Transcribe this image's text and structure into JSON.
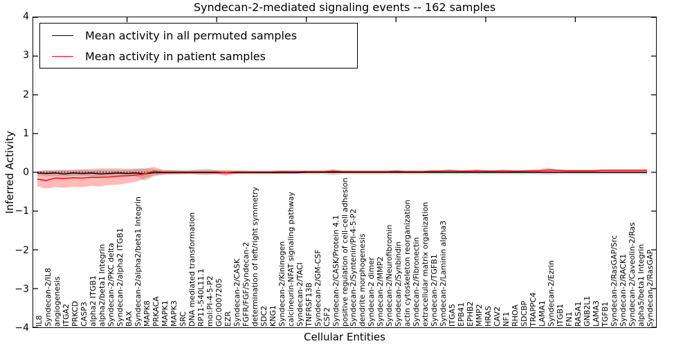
{
  "chart_data": {
    "type": "line",
    "title": "Syndecan-2-mediated signaling events -- 162 samples",
    "xlabel": "Cellular Entities",
    "ylabel": "Inferred Activity",
    "ylim": [
      -4,
      4
    ],
    "yticks": [
      4,
      3,
      2,
      1,
      0,
      -1,
      -2,
      -3,
      -4
    ],
    "x_major_ticks": [
      10,
      20,
      30,
      40,
      50,
      60
    ],
    "grid": false,
    "legend_position": "upper left",
    "baseline": 0,
    "baseline_style": "dotted-black",
    "colors": {
      "permuted": "#000000",
      "patient": "#ff0000",
      "permuted_band": "rgba(0,0,0,0.16)",
      "patient_band": "rgba(255,0,0,0.27)"
    },
    "categories": [
      "IL8",
      "Syndecan-2/IL8",
      "angiogenesis",
      "ITGA2",
      "PRKCD",
      "CASP3",
      "alpha2 ITGB1",
      "alpha2/beta1 Integrin",
      "Syndecan-2/PKC delta",
      "Syndecan-2/alpha2 ITGB1",
      "BAX",
      "Syndecan-2/alpha2/beta1 Integrin",
      "MAPK8",
      "PRKACA",
      "MAPK1",
      "MAPK3",
      "SRC",
      "DNA mediated transformation",
      "RP11-540L11.1",
      "mol:PI-4-5-P2",
      "GO:0007205",
      "EZR",
      "Syndecan-2/CASK",
      "FGFR/FGF/Syndecan-2",
      "determination of left/right symmetry",
      "SDC2",
      "KNG1",
      "Syndecan-2/Kininogen",
      "calcineurin-NFAT signaling pathway",
      "Syndecan-2/TACI",
      "TNFRSF13B",
      "Syndecan-2/GM-CSF",
      "CSF2",
      "Syndecan-2/CASK/Protein 4.1",
      "positive regulation of cell-cell adhesion",
      "Syndecan-2/Syntenin/PI-4-5-P2",
      "dendrite morphogenesis",
      "Syndecan-2 dimer",
      "Syndecan-2/MMP2",
      "Syndecan-2/Neurofibromin",
      "Syndecan-2/Synbindin",
      "actin cytoskeleton reorganization",
      "Syndecan-2/Fibronectin",
      "extracellular matrix organization",
      "Syndecan-2/TGFB1",
      "Syndecan-2/Laminin alpha3",
      "ITGA5",
      "EPB41",
      "EPHB2",
      "MMP2",
      "HRAS",
      "CAV2",
      "NF1",
      "RHOA",
      "SDCBP",
      "TRAPPC4",
      "LAMA1",
      "Syndecan-2/Ezrin",
      "ITGB1",
      "FN1",
      "RASA1",
      "GNB2L1",
      "LAMA3",
      "TGFB1",
      "Syndecan-2/RasGAP/Src",
      "Syndecan-2/RACK1",
      "Syndecan-2/Caveolin-2/Ras",
      "alpha5/beta1 Integrin",
      "Syndecan-2/RasGAP"
    ],
    "series": [
      {
        "name": "Mean activity in all permuted samples",
        "color": "#000000",
        "values": [
          -0.02,
          -0.03,
          -0.02,
          -0.04,
          -0.02,
          -0.03,
          -0.02,
          -0.04,
          -0.03,
          -0.02,
          -0.03,
          -0.02,
          -0.04,
          -0.01,
          -0.01,
          -0.01,
          -0.01,
          -0.01,
          -0.01,
          -0.01,
          -0.01,
          -0.01,
          -0.01,
          -0.01,
          -0.01,
          -0.01,
          -0.01,
          -0.01,
          -0.01,
          -0.01,
          0,
          0,
          0,
          0,
          0,
          0,
          0,
          0,
          0,
          0,
          0,
          0,
          0,
          0,
          0,
          0,
          0,
          0,
          0,
          0,
          0,
          0,
          0,
          0,
          0,
          0,
          0,
          0,
          0,
          0,
          0,
          0,
          0,
          0,
          0,
          0,
          0,
          0,
          0
        ]
      },
      {
        "name": "Mean activity in patient samples",
        "color": "#ff0000",
        "values": [
          -0.18,
          -0.21,
          -0.15,
          -0.16,
          -0.14,
          -0.15,
          -0.13,
          -0.13,
          -0.12,
          -0.1,
          -0.09,
          -0.07,
          -0.04,
          0.03,
          0.01,
          0.01,
          0.01,
          0.01,
          0.01,
          0.01,
          0.01,
          -0.01,
          0.01,
          0.01,
          0.01,
          0.01,
          0.01,
          0.02,
          0.02,
          0.02,
          0.02,
          0.02,
          0.02,
          0.03,
          0.02,
          0.02,
          0.02,
          0.02,
          0.02,
          0.02,
          0.03,
          0.02,
          0.02,
          0.02,
          0.03,
          0.03,
          0.04,
          0.03,
          0.03,
          0.04,
          0.03,
          0.03,
          0.04,
          0.03,
          0.03,
          0.04,
          0.04,
          0.06,
          0.05,
          0.04,
          0.04,
          0.04,
          0.04,
          0.05,
          0.05,
          0.05,
          0.05,
          0.05,
          0.05
        ]
      }
    ],
    "bands": [
      {
        "name": "permuted samples activity range",
        "color": "rgba(0,0,0,0.16)",
        "upper": [
          0.04,
          0.05,
          0.05,
          0.06,
          0.05,
          0.06,
          0.05,
          0.06,
          0.06,
          0.06,
          0.06,
          0.08,
          0.12,
          0.08,
          0.06,
          0.05,
          0.05,
          0.05,
          0.08,
          0.09,
          0.06,
          0.05,
          0.04,
          0.04,
          0.04,
          0.04,
          0.04,
          0.04,
          0.04,
          0.04,
          0.04,
          0.04,
          0.04,
          0.06,
          0.05,
          0.04,
          0.04,
          0.04,
          0.04,
          0.04,
          0.04,
          0.04,
          0.04,
          0.04,
          0.04,
          0.04,
          0.04,
          0.04,
          0.04,
          0.04,
          0.04,
          0.04,
          0.04,
          0.04,
          0.04,
          0.04,
          0.04,
          0.05,
          0.05,
          0.04,
          0.04,
          0.04,
          0.04,
          0.04,
          0.04,
          0.04,
          0.04,
          0.04,
          0.05
        ],
        "lower": [
          -0.08,
          -0.1,
          -0.09,
          -0.11,
          -0.09,
          -0.09,
          -0.1,
          -0.11,
          -0.09,
          -0.08,
          -0.09,
          -0.11,
          -0.22,
          -0.11,
          -0.07,
          -0.06,
          -0.06,
          -0.05,
          -0.07,
          -0.07,
          -0.06,
          -0.05,
          -0.05,
          -0.05,
          -0.05,
          -0.05,
          -0.05,
          -0.05,
          -0.05,
          -0.05,
          -0.05,
          -0.05,
          -0.05,
          -0.07,
          -0.05,
          -0.05,
          -0.05,
          -0.05,
          -0.05,
          -0.05,
          -0.05,
          -0.05,
          -0.05,
          -0.05,
          -0.05,
          -0.05,
          -0.05,
          -0.05,
          -0.05,
          -0.05,
          -0.05,
          -0.05,
          -0.05,
          -0.05,
          -0.05,
          -0.05,
          -0.05,
          -0.06,
          -0.05,
          -0.05,
          -0.05,
          -0.05,
          -0.05,
          -0.05,
          -0.05,
          -0.05,
          -0.05,
          -0.05,
          -0.06
        ]
      },
      {
        "name": "patient samples activity range",
        "color": "rgba(255,0,0,0.27)",
        "upper": [
          0.03,
          0.05,
          0.06,
          0.06,
          0.07,
          0.08,
          0.09,
          0.1,
          0.1,
          0.1,
          0.09,
          0.1,
          0.08,
          0.14,
          0.06,
          0.06,
          0.05,
          0.05,
          0.05,
          0.05,
          0.05,
          0.06,
          0.05,
          0.05,
          0.04,
          0.04,
          0.04,
          0.05,
          0.05,
          0.05,
          0.05,
          0.05,
          0.05,
          0.08,
          0.05,
          0.05,
          0.05,
          0.05,
          0.05,
          0.05,
          0.06,
          0.05,
          0.05,
          0.05,
          0.06,
          0.06,
          0.08,
          0.06,
          0.06,
          0.08,
          0.06,
          0.06,
          0.07,
          0.06,
          0.06,
          0.07,
          0.08,
          0.12,
          0.08,
          0.07,
          0.07,
          0.07,
          0.07,
          0.08,
          0.08,
          0.08,
          0.08,
          0.08,
          0.09
        ],
        "lower": [
          -0.36,
          -0.42,
          -0.38,
          -0.4,
          -0.37,
          -0.38,
          -0.35,
          -0.36,
          -0.33,
          -0.32,
          -0.28,
          -0.24,
          -0.16,
          -0.08,
          -0.05,
          -0.04,
          -0.03,
          -0.03,
          -0.03,
          -0.03,
          -0.03,
          -0.09,
          -0.03,
          -0.02,
          -0.02,
          -0.02,
          -0.02,
          -0.01,
          -0.01,
          -0.01,
          -0.01,
          -0.01,
          -0.01,
          -0.02,
          -0.01,
          -0.01,
          -0.01,
          -0.01,
          -0.01,
          -0.01,
          0.0,
          -0.01,
          -0.01,
          -0.01,
          0.0,
          0.0,
          0.0,
          0.0,
          0.0,
          0.01,
          0.0,
          0.0,
          0.01,
          0.0,
          0.0,
          0.01,
          0.01,
          0.01,
          0.02,
          0.01,
          0.01,
          0.01,
          0.01,
          0.02,
          0.02,
          0.02,
          0.02,
          0.02,
          0.02
        ]
      }
    ]
  }
}
